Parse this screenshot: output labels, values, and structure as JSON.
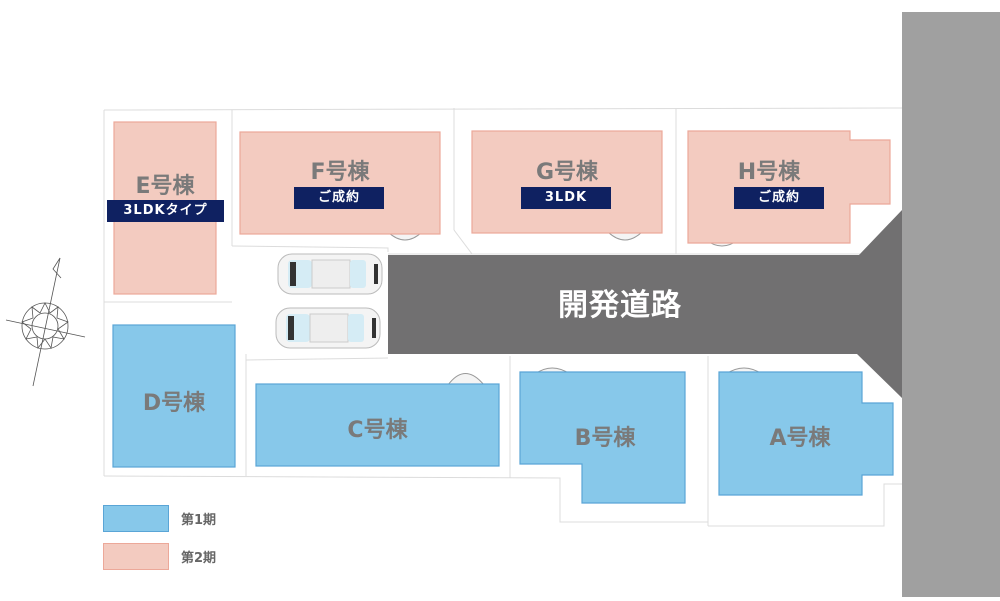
{
  "site_plan": {
    "colors": {
      "phase1_fill": "#87c8ea",
      "phase1_stroke": "#5aa5d6",
      "phase2_fill": "#f3cbc0",
      "phase2_stroke": "#eca899",
      "badge_bg": "#0f2161",
      "road_dev": "#717071",
      "road_public": "#a0a0a0",
      "lot_text": "#7a7a7a"
    },
    "road": {
      "label": "開発道路"
    },
    "lots": {
      "A": {
        "name": "A号棟",
        "phase": "第1期"
      },
      "B": {
        "name": "B号棟",
        "phase": "第1期"
      },
      "C": {
        "name": "C号棟",
        "phase": "第1期"
      },
      "D": {
        "name": "D号棟",
        "phase": "第1期"
      },
      "E": {
        "name": "E号棟",
        "phase": "第2期",
        "badge": "3LDKタイプ"
      },
      "F": {
        "name": "F号棟",
        "phase": "第2期",
        "badge": "ご成約"
      },
      "G": {
        "name": "G号棟",
        "phase": "第2期",
        "badge": "3LDK"
      },
      "H": {
        "name": "H号棟",
        "phase": "第2期",
        "badge": "ご成約"
      }
    },
    "legend": [
      {
        "label": "第1期",
        "color": "#87c8ea"
      },
      {
        "label": "第2期",
        "color": "#f3cbc0"
      }
    ],
    "compass": {
      "icon": "north-arrow-compass-icon"
    }
  }
}
